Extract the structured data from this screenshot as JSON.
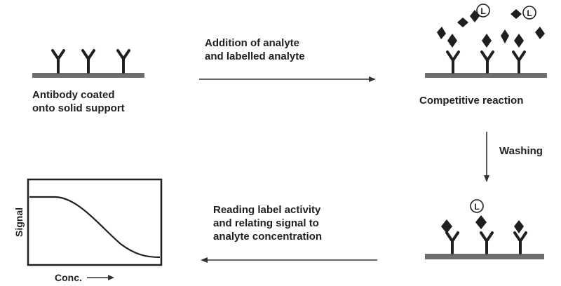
{
  "labels": {
    "step1_line1": "Antibody coated",
    "step1_line2": "onto solid support",
    "arrow1_line1": "Addition of analyte",
    "arrow1_line2": "and labelled analyte",
    "step2": "Competitive reaction",
    "washing": "Washing",
    "arrow3_line1": "Reading label activity",
    "arrow3_line2": "and relating signal to",
    "arrow3_line3": "analyte concentration",
    "plot_ylabel": "Signal",
    "plot_xlabel": "Conc.",
    "label_marker": "L"
  },
  "colors": {
    "ink": "#1f1f1f",
    "support": "#6e6e6e"
  }
}
